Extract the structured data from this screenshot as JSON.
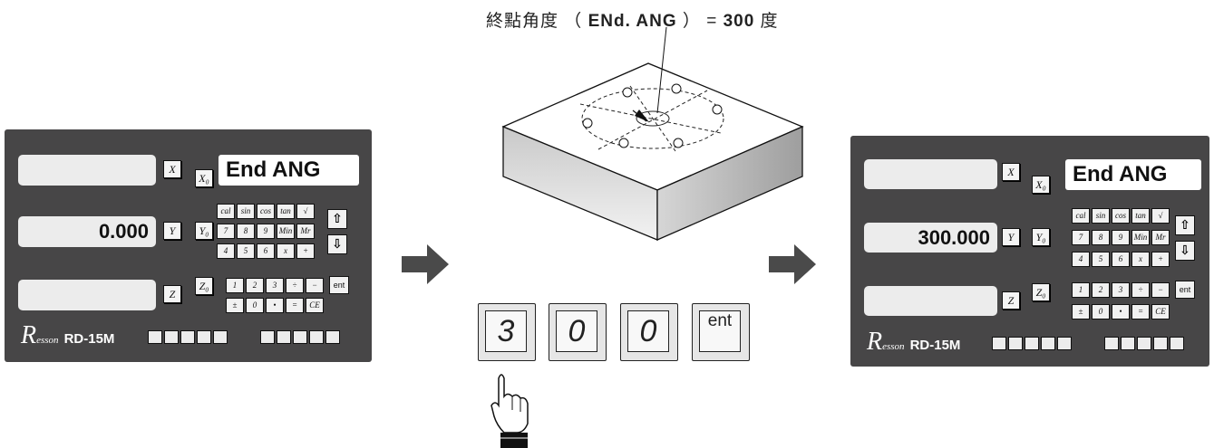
{
  "caption": {
    "prefix": "終點角度 （ ",
    "code": "ENd. ANG",
    "mid": " ） = ",
    "value": "300",
    "suffix": " 度"
  },
  "left_panel": {
    "y_display": "0.000",
    "message": "End ANG",
    "axis_keys": [
      "X",
      "Y",
      "Z"
    ],
    "zero_keys": [
      "X₀",
      "Y₀",
      "Z₀"
    ],
    "brand_r": "R",
    "brand_rest": "esson",
    "model": "RD-15M"
  },
  "right_panel": {
    "y_display": "300.000",
    "message": "End ANG",
    "axis_keys": [
      "X",
      "Y",
      "Z"
    ],
    "zero_keys": [
      "X₀",
      "Y₀",
      "Z₀"
    ],
    "brand_r": "R",
    "brand_rest": "esson",
    "model": "RD-15M"
  },
  "keypad": {
    "rows": [
      [
        "cal",
        "sin",
        "cos",
        "tan",
        "√"
      ],
      [
        "7",
        "8",
        "9",
        "Min",
        "Mr"
      ],
      [
        "4",
        "5",
        "6",
        "x",
        "+"
      ],
      [
        "1",
        "2",
        "3",
        "÷",
        "−"
      ],
      [
        "±",
        "0",
        "•",
        "=",
        "CE"
      ]
    ],
    "up_icon": "arrow-up-icon",
    "down_icon": "arrow-down-icon",
    "ent": "ent"
  },
  "input_keys": [
    "3",
    "0",
    "0",
    "ent"
  ],
  "colors": {
    "panel": "#474647",
    "display": "#ececec",
    "arrow": "#4a4a4a"
  }
}
